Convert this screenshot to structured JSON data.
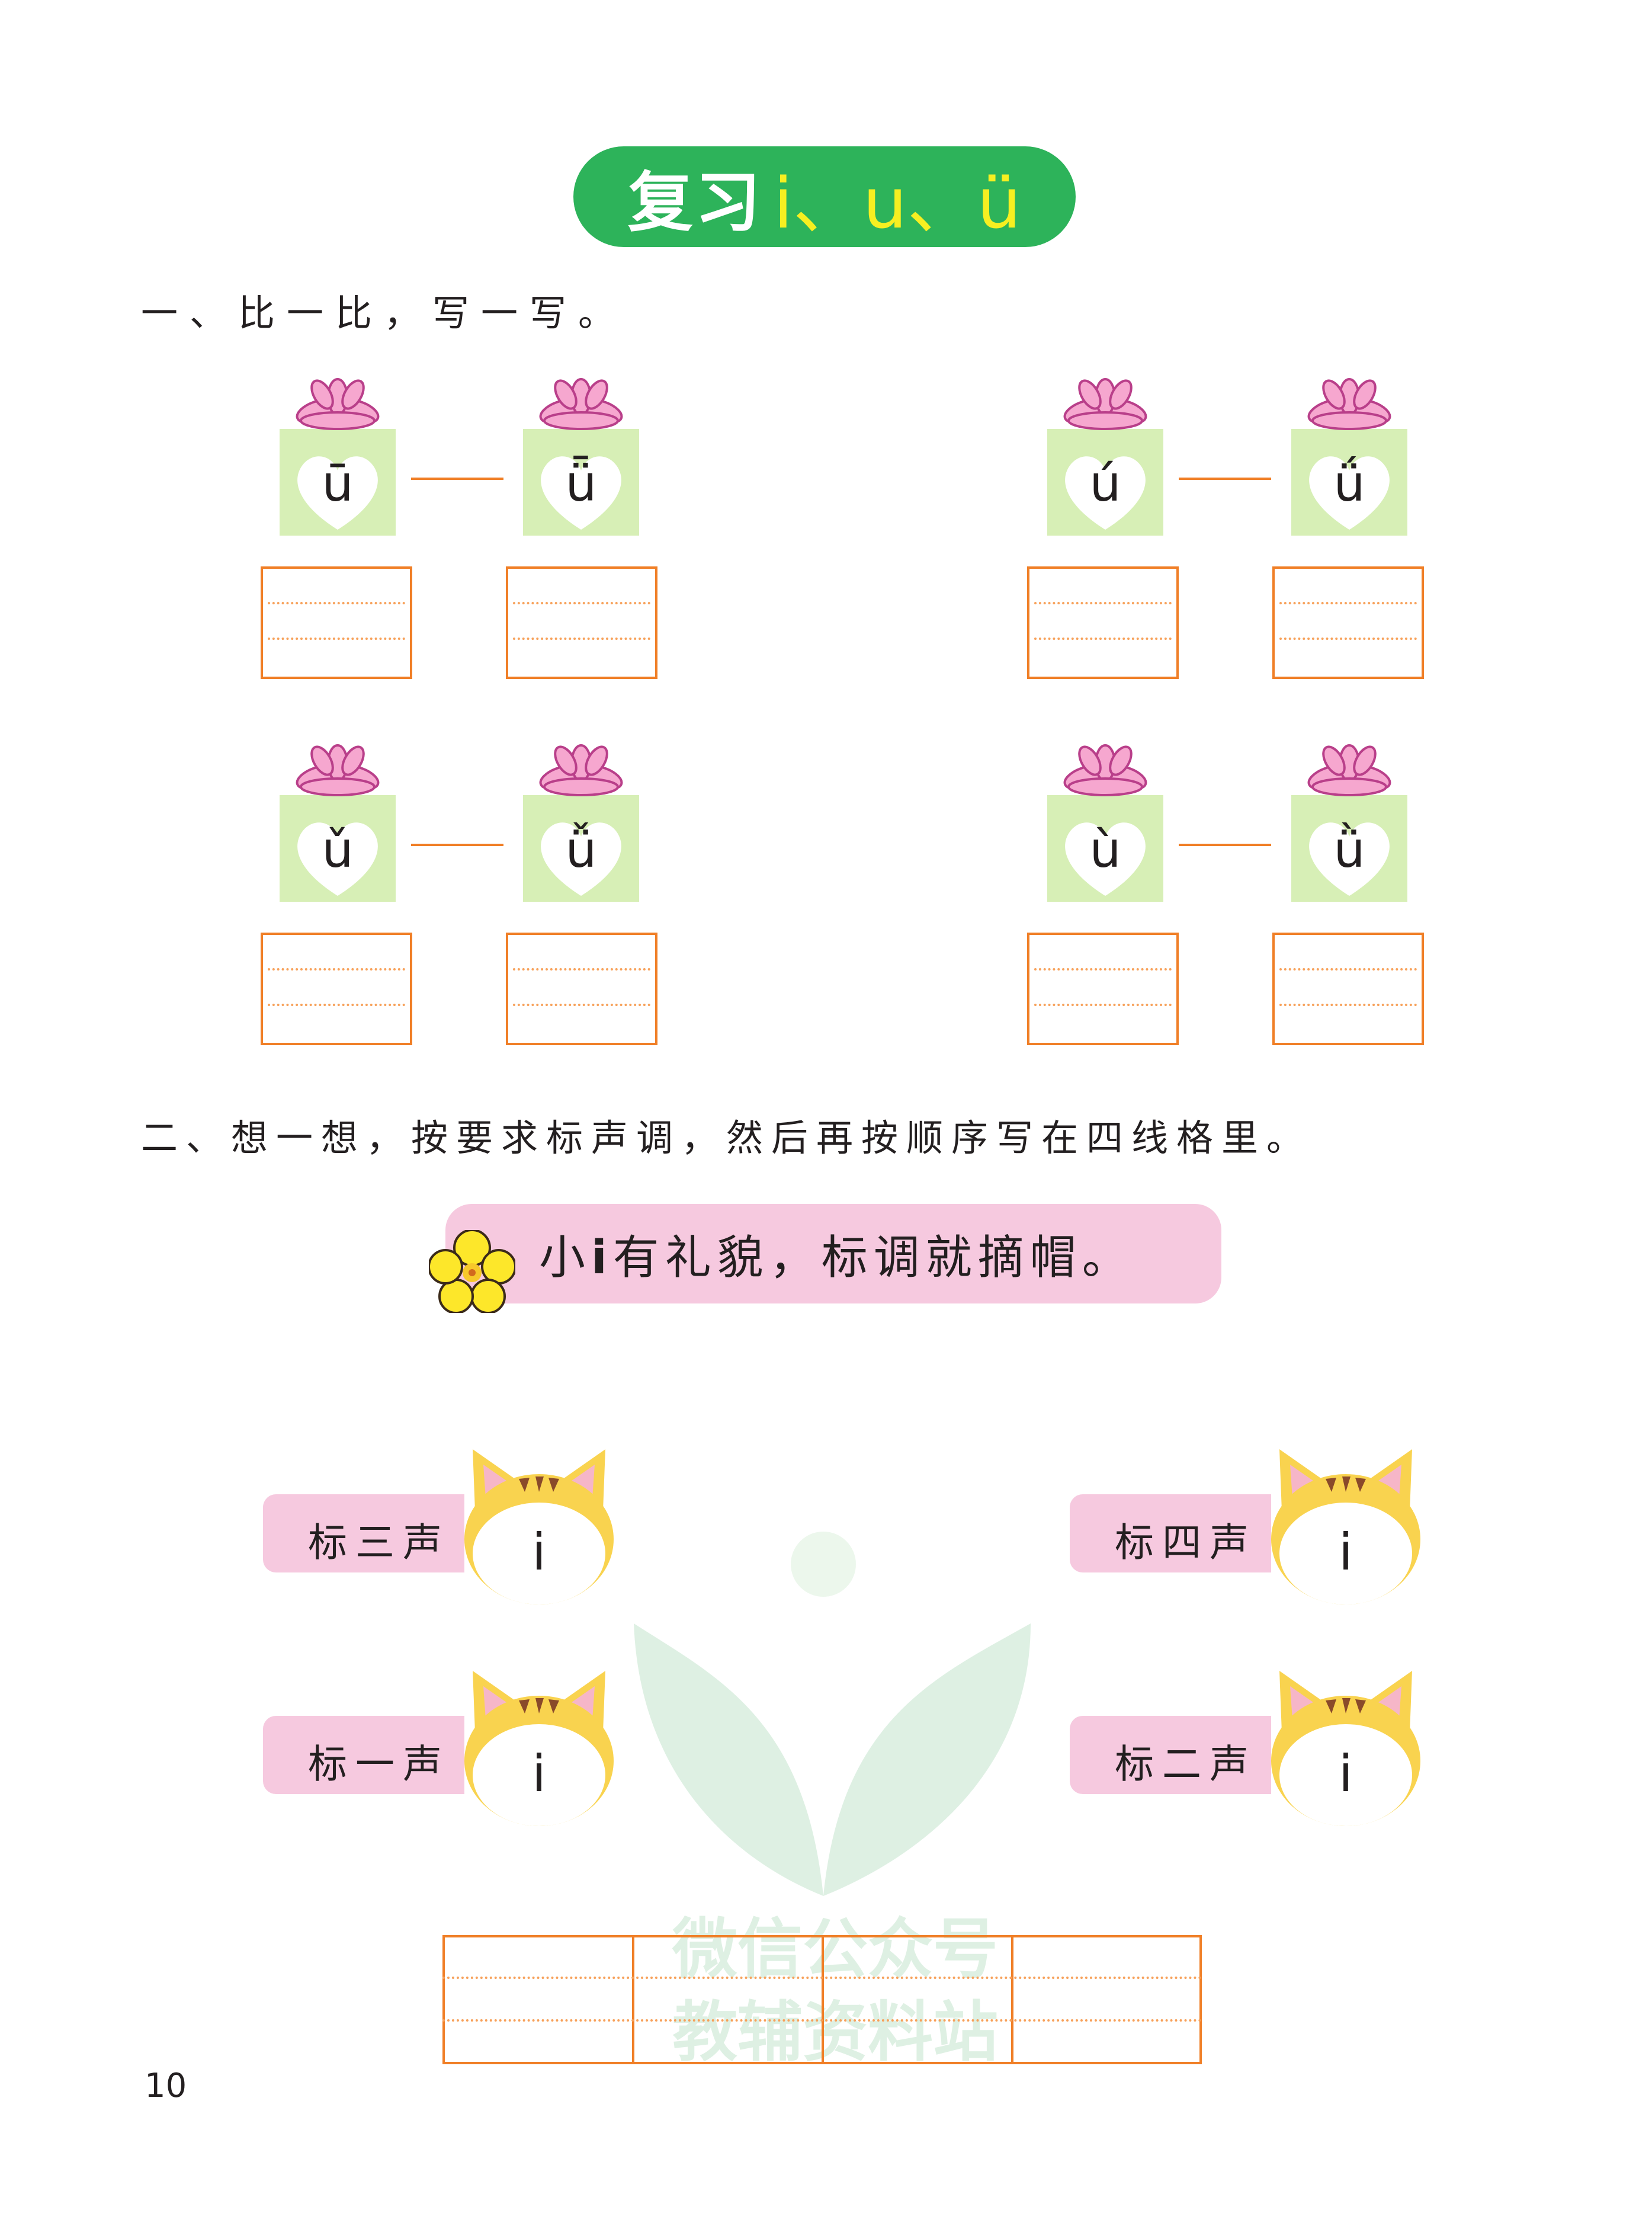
{
  "title": {
    "zh": "复习",
    "pinyin": "i、u、ü"
  },
  "section1": {
    "heading": "一、比一比，写一写。",
    "pairs": [
      {
        "left": "ū",
        "right": "ǖ"
      },
      {
        "left": "ú",
        "right": "ǘ"
      },
      {
        "left": "ǔ",
        "right": "ǚ"
      },
      {
        "left": "ù",
        "right": "ǜ"
      }
    ]
  },
  "section2": {
    "heading": "二、想一想，按要求标声调，然后再按顺序写在四线格里。",
    "rule": {
      "before": "小",
      "letter": "i",
      "after": "有礼貌，标调就摘帽。"
    },
    "tones": [
      {
        "label": "标三声",
        "letter": "i"
      },
      {
        "label": "标四声",
        "letter": "i"
      },
      {
        "label": "标一声",
        "letter": "i"
      },
      {
        "label": "标二声",
        "letter": "i"
      }
    ]
  },
  "watermark": {
    "line1": "微信公众号",
    "line2": "教辅资料站"
  },
  "page_number": "10",
  "colors": {
    "title_green": "#2db35a",
    "title_yellow": "#f6ef21",
    "grid_orange": "#f07f27",
    "pink": "#f6c9df",
    "gift_green": "#d7efb6",
    "cat_yellow": "#f9d34f"
  }
}
